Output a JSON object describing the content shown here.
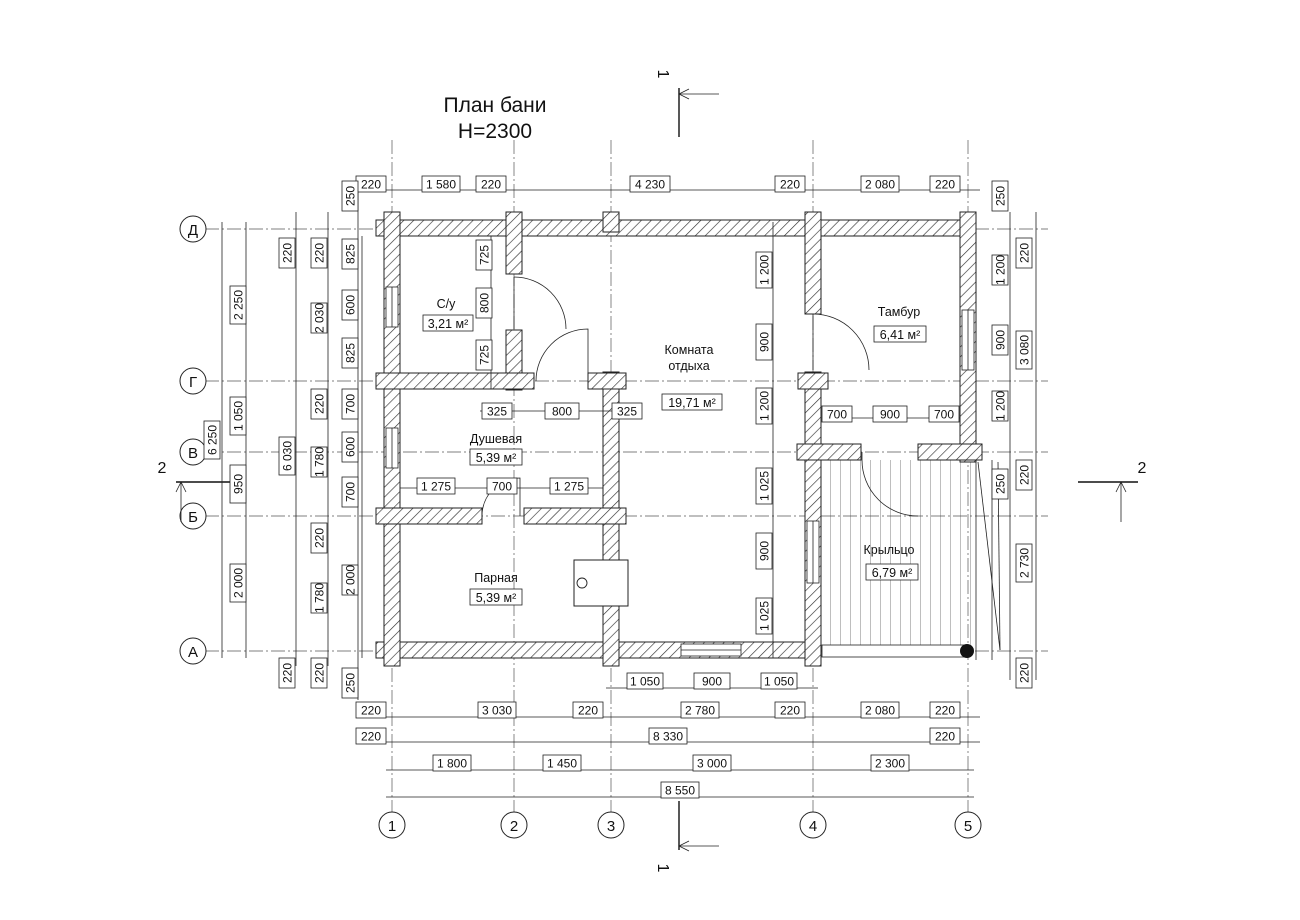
{
  "title": {
    "line1": "План бани",
    "line2": "H=2300"
  },
  "rooms": {
    "su": {
      "name": "С/у",
      "area": "3,21 м²"
    },
    "dush": {
      "name": "Душевая",
      "area": "5,39 м²"
    },
    "parn": {
      "name": "Парная",
      "area": "5,39 м²"
    },
    "komn": {
      "name1": "Комната",
      "name2": "отдыха",
      "area": "19,71 м²"
    },
    "tamb": {
      "name": "Тамбур",
      "area": "6,41 м²"
    },
    "kryl": {
      "name": "Крыльцо",
      "area": "6,79 м²"
    }
  },
  "axes": {
    "cols": [
      "1",
      "2",
      "3",
      "4",
      "5"
    ],
    "rows": [
      "Д",
      "Г",
      "В",
      "Б",
      "А"
    ]
  },
  "sections": {
    "s1": "1",
    "s2": "2"
  },
  "dims": {
    "top": [
      "220",
      "1 580",
      "220",
      "4 230",
      "220",
      "2 080",
      "220"
    ],
    "bot1": [
      "220",
      "3 030",
      "220",
      "2 780",
      "220",
      "2 080",
      "220"
    ],
    "bot2": [
      "220",
      "8 330",
      "220"
    ],
    "bot3": [
      "1 800",
      "1 450",
      "3 000",
      "2 300"
    ],
    "bot4": "8 550",
    "win_bot": [
      "1 050",
      "900",
      "1 050"
    ],
    "left_outer": [
      "2 250",
      "1 050",
      "950",
      "2 000"
    ],
    "left_total": "6 250",
    "left_mid": [
      "220",
      "2 030",
      "220",
      "1 780",
      "220",
      "1 780",
      "220"
    ],
    "left_mid_total": "6 030",
    "left_inner": [
      "250",
      "825",
      "600",
      "825",
      "700",
      "600",
      "700",
      "2 000",
      "250"
    ],
    "su_wall": [
      "725",
      "800",
      "725"
    ],
    "dush_top": [
      "325",
      "800",
      "325"
    ],
    "dush_bot": [
      "1 275",
      "700",
      "1 275"
    ],
    "komn_right": [
      "1 200",
      "900",
      "1 200",
      "1 025",
      "900",
      "1 025"
    ],
    "tamb_bot": [
      "700",
      "900",
      "700"
    ],
    "right_inner": [
      "250",
      "1 200",
      "900",
      "1 200",
      "250",
      "220"
    ],
    "right_outer": [
      "220",
      "3 080",
      "2 730",
      "220"
    ]
  }
}
